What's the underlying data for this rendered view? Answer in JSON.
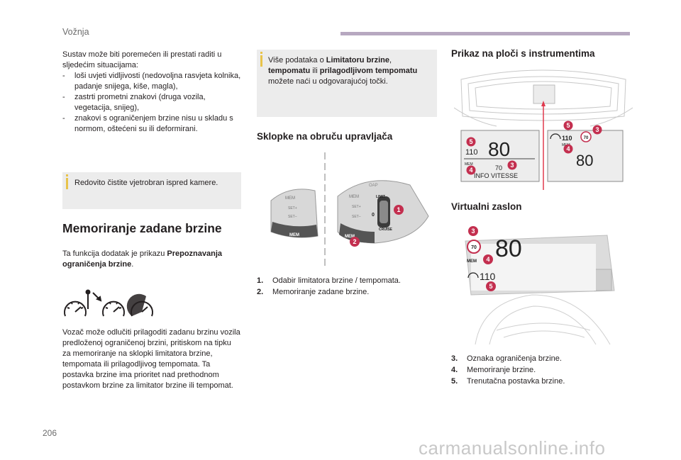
{
  "header": {
    "section": "Vožnja"
  },
  "col1": {
    "intro": "Sustav može biti poremećen ili prestati raditi u sljedećim situacijama:",
    "items": [
      "loši uvjeti vidljivosti (nedovoljna rasvjeta kolnika, padanje snijega, kiše, magla),",
      "zastrti prometni znakovi (druga vozila, vegetacija, snijeg),",
      "znakovi s ograničenjem brzine nisu u skladu s normom, oštećeni su ili deformirani."
    ],
    "note": "Redovito čistite vjetrobran ispred kamere.",
    "heading": "Memoriranje zadane brzine",
    "para1_prefix": "Ta funkcija dodatak je prikazu ",
    "para1_bold": "Prepoznavanja ograničenja brzine",
    "para1_suffix": ".",
    "para2": "Vozač može odlučiti prilagoditi zadanu brzinu vozila predloženoj ograničenoj brzini, pritiskom na tipku za memoriranje na sklopki limitatora brzine, tempomata ili prilagodljivog tempomata. Ta postavka brzine ima prioritet nad prethodnom postavkom brzine za limitator brzine ili tempomat."
  },
  "col2": {
    "note_p1": "Više podataka o ",
    "note_b1": "Limitatoru brzine",
    "note_p2": ", ",
    "note_b2": "tempomatu",
    "note_p3": " ili ",
    "note_b3": "prilagodljivom tempomatu",
    "note_p4": " možete naći u odgovarajućoj točki.",
    "heading": "Sklopke na obruču upravljača",
    "legend": [
      {
        "n": "1.",
        "text": "Odabir limitatora brzine / tempomata."
      },
      {
        "n": "2.",
        "text": "Memoriranje zadane brzine."
      }
    ],
    "stalk_labels": {
      "mem": "MEM",
      "set_plus": "SET+",
      "set_minus": "SET–",
      "limit": "LIMIT",
      "zero": "0",
      "cruise": "CRUISE",
      "oap": "OAP"
    },
    "callouts": [
      "1",
      "2"
    ]
  },
  "col3": {
    "heading1": "Prikaz na ploči s instrumentima",
    "heading2": "Virtualni zaslon",
    "cluster_left": {
      "speed": "80",
      "set": "110",
      "limit": "70",
      "mem": "MEM",
      "info": "INFO VITESSE",
      "callouts": [
        "5",
        "3",
        "4"
      ]
    },
    "cluster_right": {
      "speed": "80",
      "set": "110",
      "limit": "70",
      "mem": "MEM",
      "callouts": [
        "5",
        "3",
        "4"
      ]
    },
    "hud": {
      "speed": "80",
      "limit": "70",
      "mem": "MEM",
      "set": "110",
      "callouts": [
        "3",
        "4",
        "5"
      ]
    },
    "legend": [
      {
        "n": "3.",
        "text": "Oznaka ograničenja brzine."
      },
      {
        "n": "4.",
        "text": "Memoriranje brzine."
      },
      {
        "n": "5.",
        "text": "Trenutačna postavka brzine."
      }
    ]
  },
  "footer": {
    "page": "206",
    "watermark": "carmanualsonline.info"
  },
  "colors": {
    "accent_bar": "#b7a8c0",
    "note_box": "#ececec",
    "note_mark": "#e8c34a",
    "callout": "#c32f4f",
    "pointer": "#e03a4e"
  }
}
